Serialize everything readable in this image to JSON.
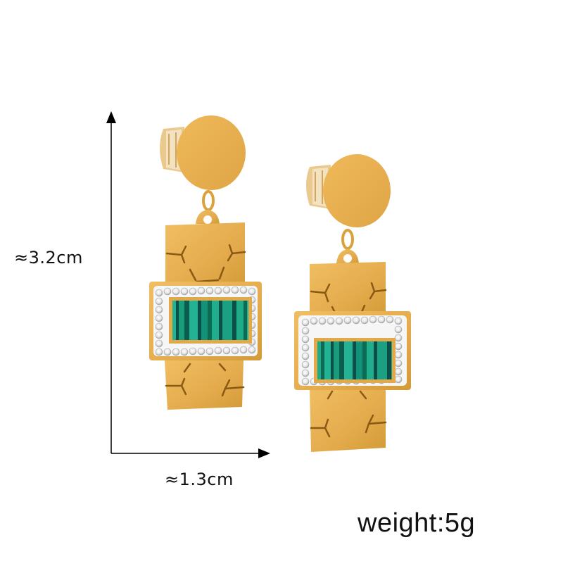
{
  "product": {
    "type": "earrings",
    "description": "Gold-tone square drop earrings with rhinestone frame and striped green malachite-style stone"
  },
  "dimensions": {
    "height_label": "≈3.2cm",
    "width_label": "≈1.3cm",
    "weight_label": "weight:5g"
  },
  "colors": {
    "background": "#ffffff",
    "gold": "#E5AE4F",
    "gold_shadow": "#C98E2E",
    "gold_highlight": "#F2C36B",
    "malachite_light": "#20A98A",
    "malachite_mid": "#0F8A6A",
    "malachite_dark": "#0A4F4A",
    "rhinestone": "#F4F4F4",
    "arrow": "#000000"
  }
}
